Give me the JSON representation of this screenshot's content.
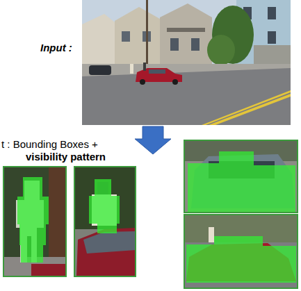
{
  "diagram": {
    "labels": [
      "Input :",
      "t : Bounding Boxes +",
      "visibility pattern"
    ]
  }
}
